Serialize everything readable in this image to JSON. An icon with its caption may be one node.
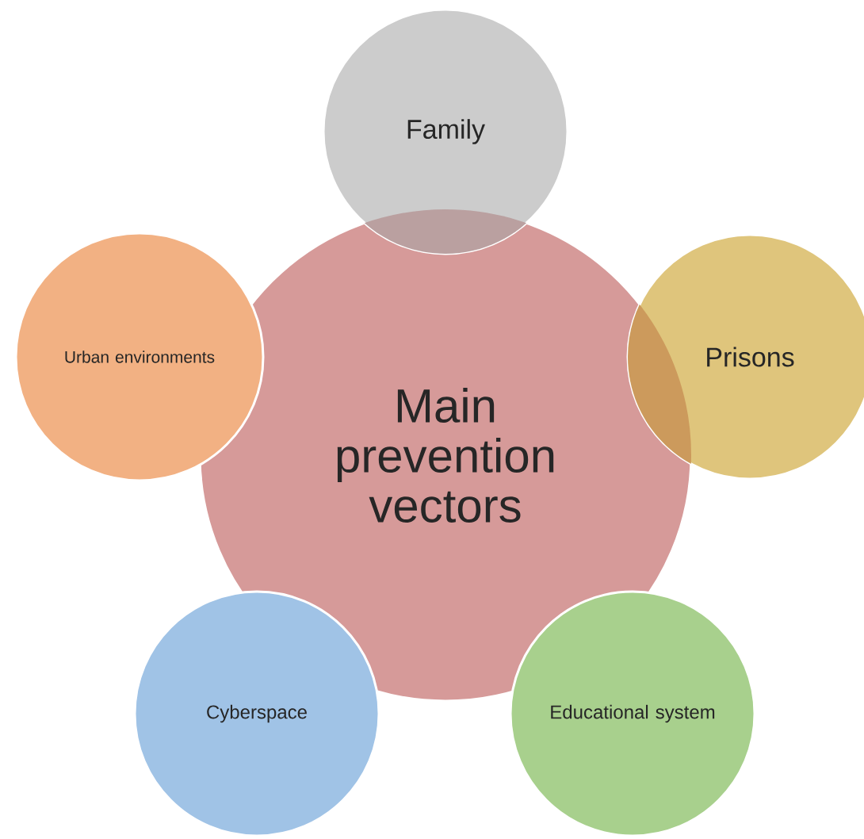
{
  "diagram": {
    "nodes": [
      {
        "text": [
          "Family"
        ]
      },
      {
        "text": [
          "Urban environments"
        ]
      },
      {
        "text": [
          "Main prevention vectors"
        ]
      },
      {
        "text": [
          "Prisons"
        ]
      },
      {
        "text": [
          "Cyberspace"
        ]
      },
      {
        "text": [
          "Educational system"
        ]
      }
    ]
  }
}
